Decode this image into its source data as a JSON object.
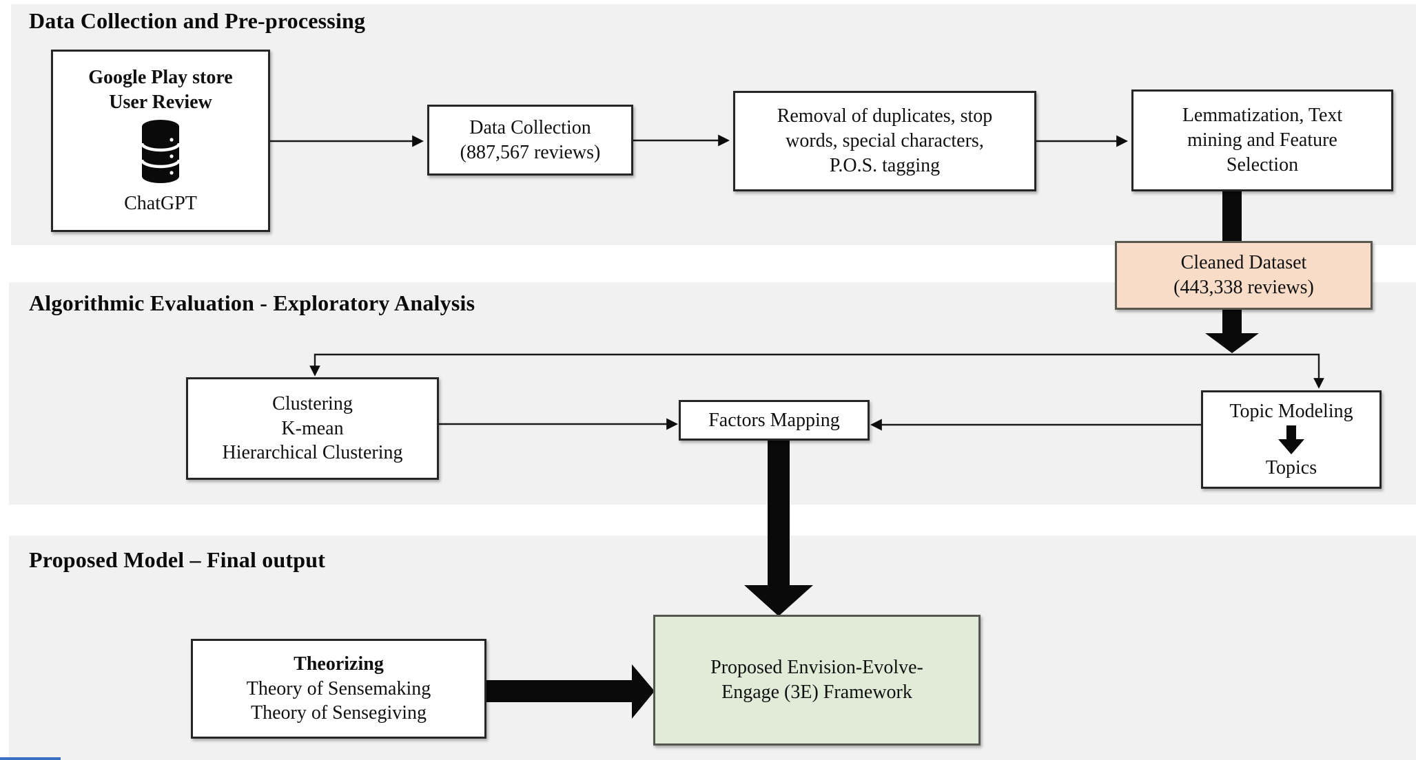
{
  "accent_colors": {
    "section_bg": "#f1f1f1",
    "cleaned_box_fill": "#f8dcc8",
    "framework_box_fill": "#e1ecd8",
    "connector": "#0d0d0d",
    "bottom_left_bar": "#3b6fc4"
  },
  "sections": {
    "preprocessing": {
      "title": "Data Collection and Pre-processing"
    },
    "evaluation": {
      "title": "Algorithmic Evaluation - Exploratory Analysis"
    },
    "proposed": {
      "title": "Proposed Model – Final output"
    }
  },
  "boxes": {
    "source": {
      "title_line1": "Google Play store",
      "title_line2": "User Review",
      "caption": "ChatGPT",
      "icon": "database-icon"
    },
    "data_collection": {
      "line1": "Data Collection",
      "line2": "(887,567 reviews)"
    },
    "removal": {
      "line1": "Removal of duplicates, stop",
      "line2": "words, special characters,",
      "line3": "P.O.S. tagging"
    },
    "lemmatization": {
      "line1": "Lemmatization, Text",
      "line2": "mining and Feature",
      "line3": "Selection"
    },
    "cleaned_dataset": {
      "line1": "Cleaned Dataset",
      "line2": "(443,338 reviews)"
    },
    "clustering": {
      "line1": "Clustering",
      "line2": "K-mean",
      "line3": "Hierarchical Clustering"
    },
    "factors_mapping": {
      "line1": "Factors Mapping"
    },
    "topic_modeling": {
      "line1": "Topic Modeling",
      "line2": "Topics",
      "icon": "down-arrow-icon"
    },
    "theorizing": {
      "line1": "Theorizing",
      "line2": "Theory of Sensemaking",
      "line3": "Theory of Sensegiving"
    },
    "framework": {
      "line1": "Proposed Envision-Evolve-",
      "line2": "Engage (3E) Framework"
    }
  }
}
